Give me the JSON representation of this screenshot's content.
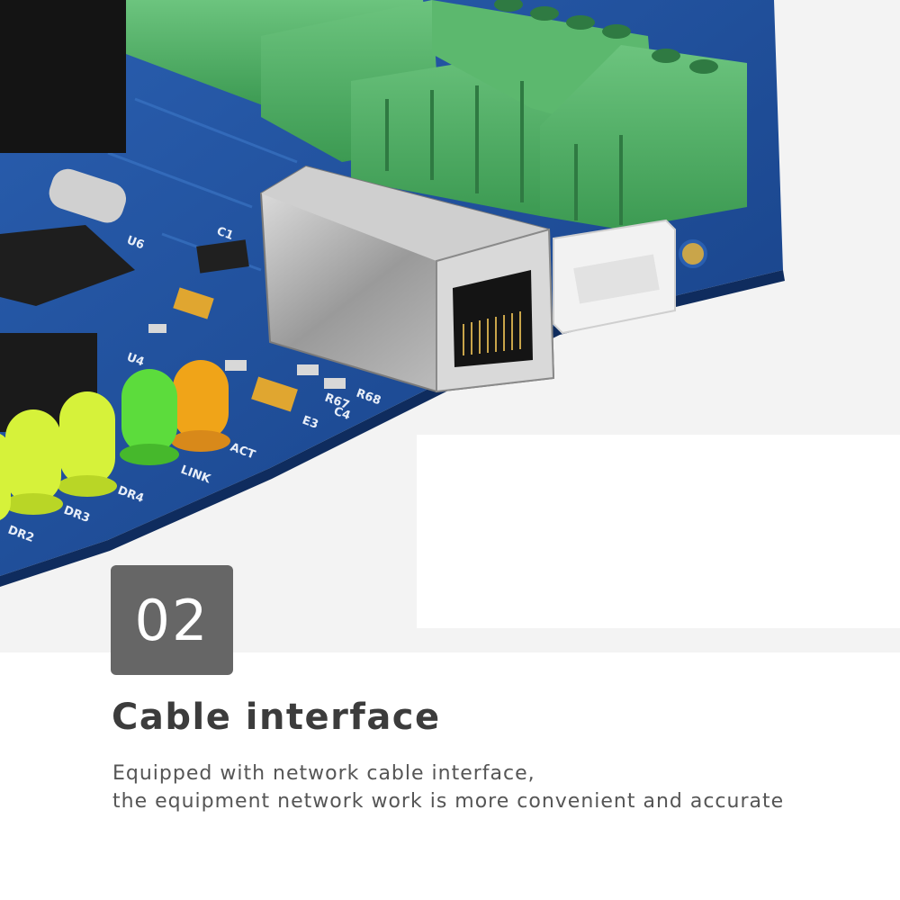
{
  "feature": {
    "number": "02",
    "title": "Cable interface",
    "description_lines": [
      "Equipped with network cable interface,",
      "the equipment network work is more convenient and accurate"
    ]
  },
  "photo": {
    "subject": "circuit board with RJ45 network port",
    "led_labels": [
      "ACT",
      "LINK",
      "DR4",
      "DR3",
      "DR2"
    ],
    "pcb_labels": [
      "U4",
      "C4",
      "E3",
      "U6",
      "C1",
      "R68",
      "R67"
    ],
    "colors": {
      "pcb": "#1e4f9c",
      "terminal": "#4caf62",
      "rj45": "#b8b8b8",
      "led_yellow_green": "#d6f23a",
      "led_green": "#5cdc3c",
      "led_amber": "#f0a418",
      "badge": "#666666"
    }
  }
}
